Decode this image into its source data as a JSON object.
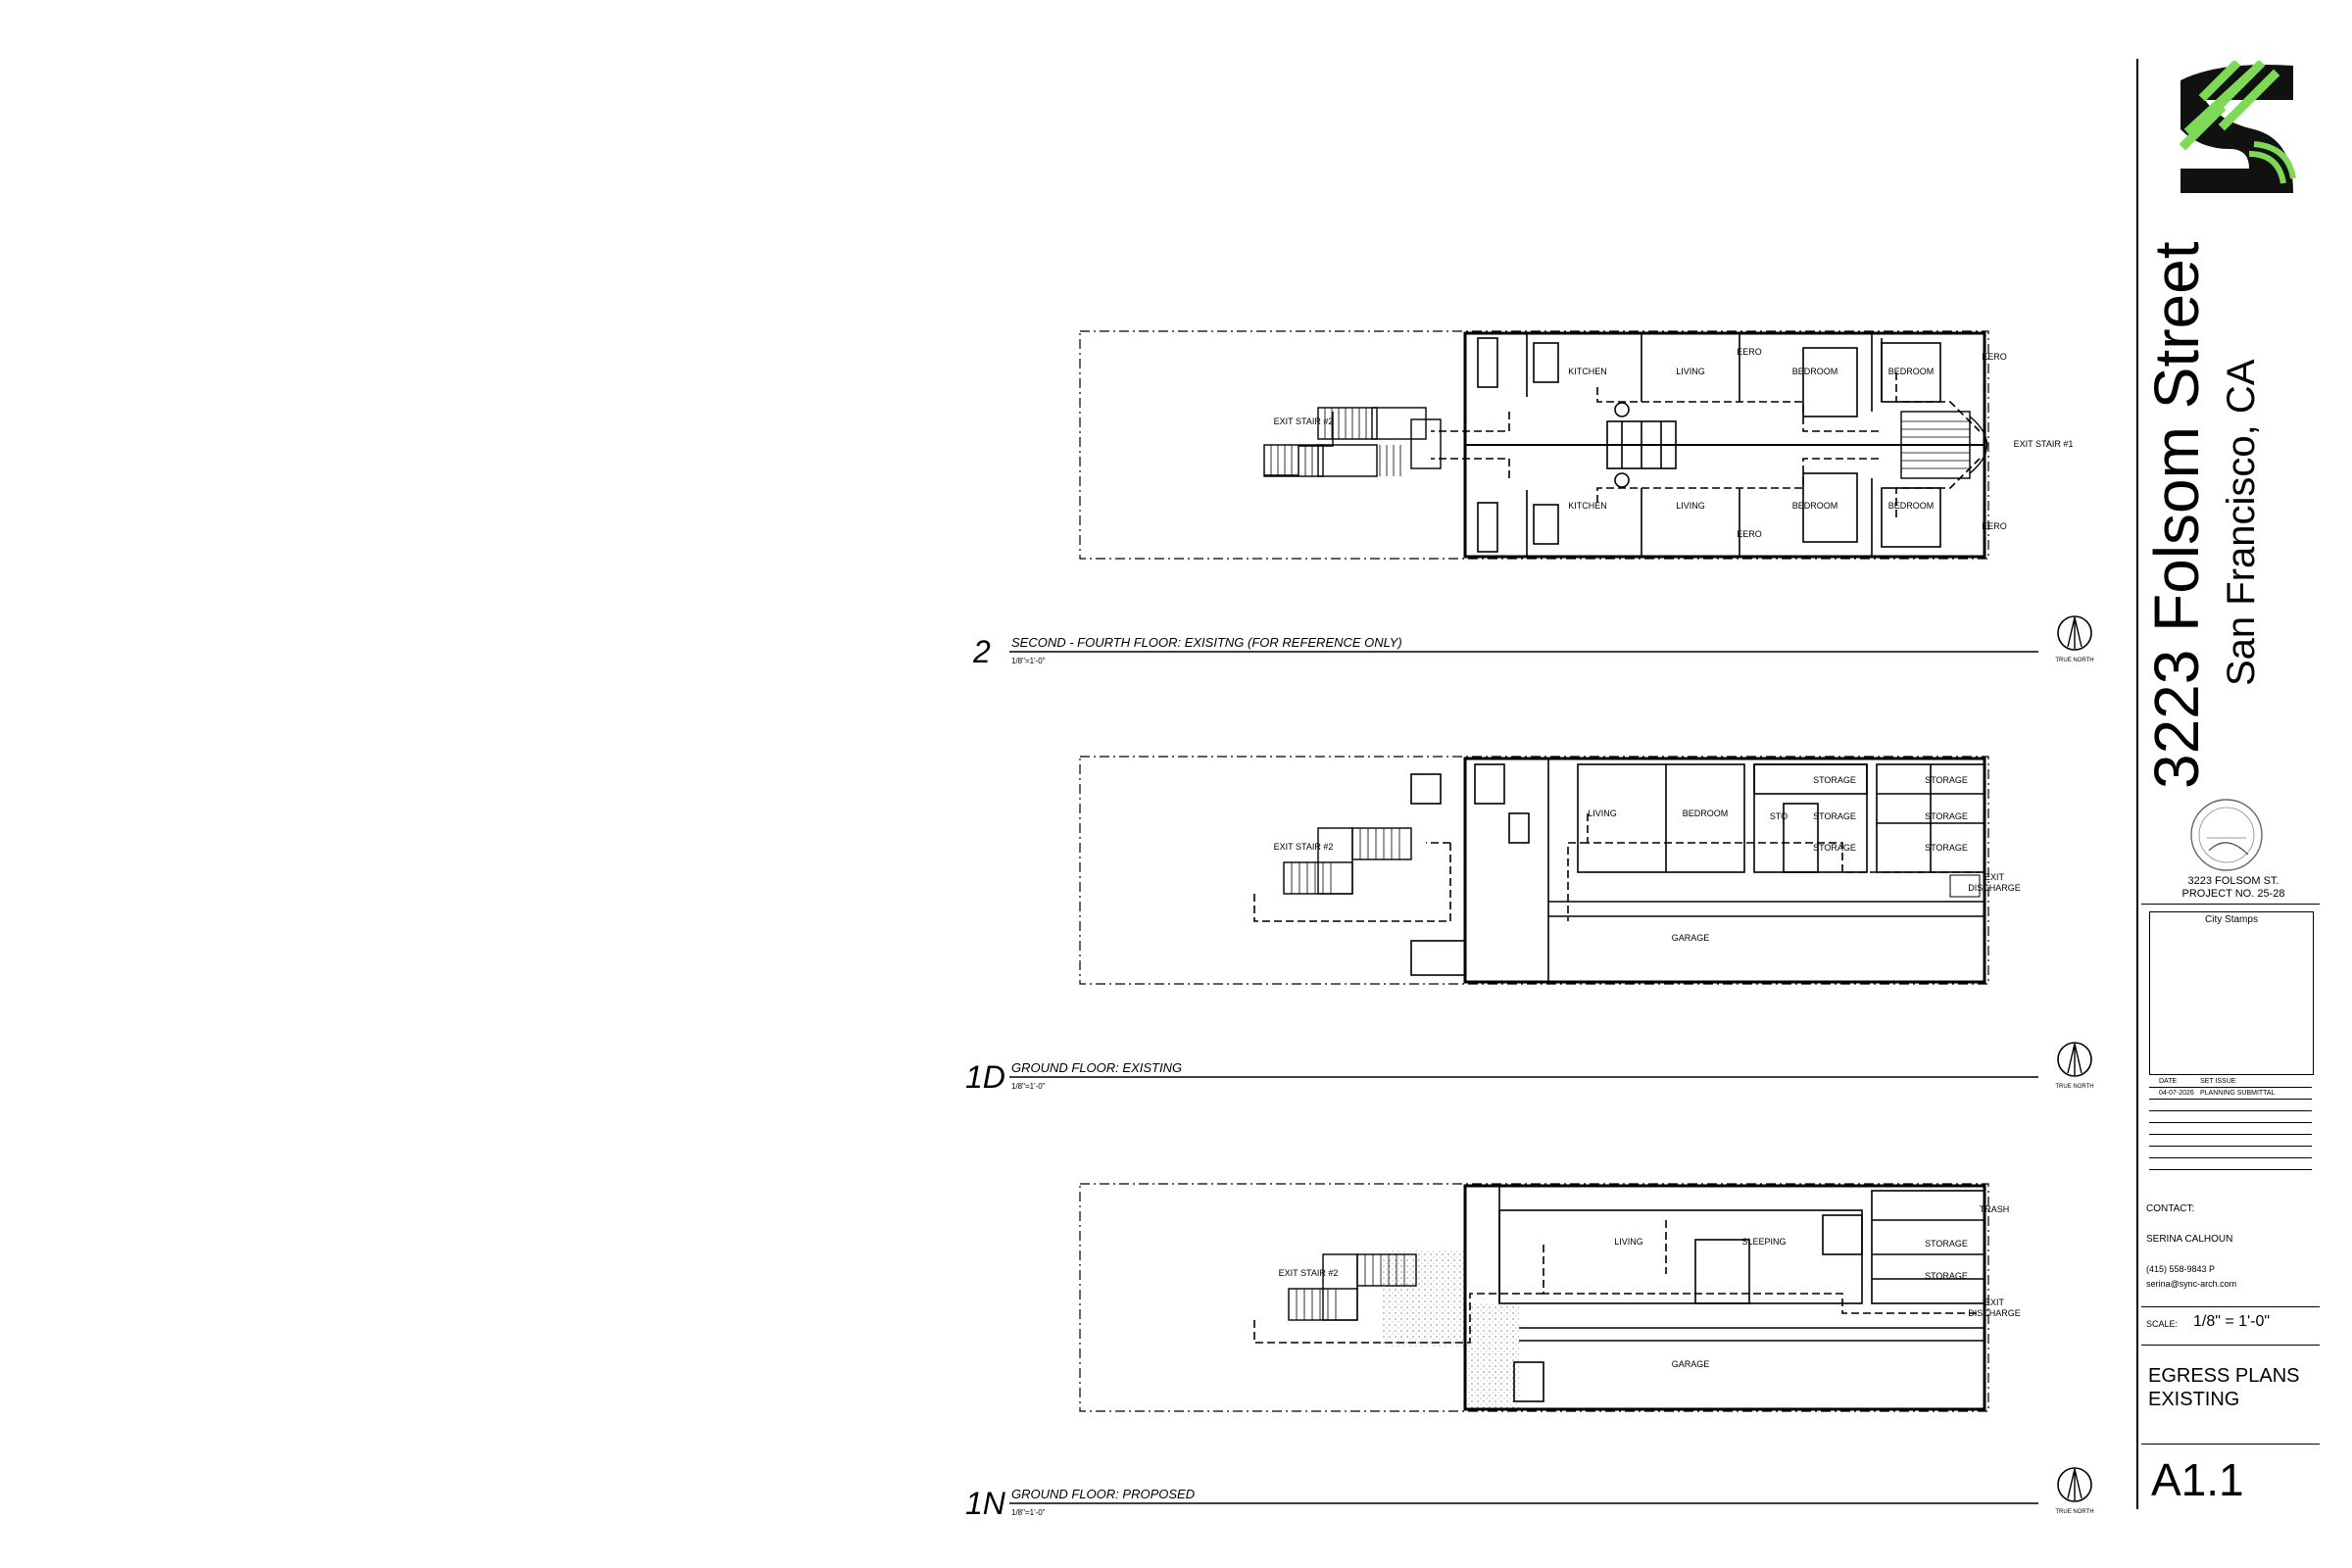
{
  "project": {
    "street": "3223 Folsom Street",
    "city": "San Francisco, CA",
    "short_address": "3223 FOLSOM ST.",
    "project_no": "PROJECT NO. 25-28"
  },
  "title_block": {
    "city_stamps_label": "City Stamps",
    "date_header": "DATE",
    "set_issue_header": "SET ISSUE",
    "issues": [
      {
        "date": "04-07-2026",
        "issue": "PLANNING SUBMITTAL"
      }
    ],
    "contact_label": "CONTACT:",
    "contact_name": "SERINA CALHOUN",
    "contact_phone": "(415) 558-9843  P",
    "contact_email": "serina@sync-arch.com",
    "scale_label": "SCALE:",
    "scale_value": "1/8\" = 1'-0\"",
    "sheet_title_1": "EGRESS PLANS",
    "sheet_title_2": "EXISTING",
    "sheet_number": "A1.1"
  },
  "drawings": [
    {
      "number": "2",
      "title": "SECOND - FOURTH FLOOR: EXISITNG (FOR REFERENCE ONLY)",
      "scale": "1/8\"=1'-0\""
    },
    {
      "number": "1D",
      "title": "GROUND FLOOR: EXISTING",
      "scale": "1/8\"=1'-0\""
    },
    {
      "number": "1N",
      "title": "GROUND FLOOR: PROPOSED",
      "scale": "1/8\"=1'-0\""
    }
  ],
  "north_label": "TRUE NORTH",
  "rooms": {
    "kitchen": "KITCHEN",
    "living": "LIVING",
    "bedroom": "BEDROOM",
    "storage": "STORAGE",
    "sto": "STO",
    "garage": "GARAGE",
    "sleeping": "SLEEPING",
    "trash": "TRASH",
    "eero": "EERO",
    "exit_stair_1": "EXIT STAIR #1",
    "exit_stair_2": "EXIT STAIR #2",
    "exit_discharge_1": "EXIT",
    "exit_discharge_2": "DISCHARGE"
  },
  "colors": {
    "logo_green": "#7ed957",
    "line": "#000000",
    "hatch": "#cccccc"
  }
}
